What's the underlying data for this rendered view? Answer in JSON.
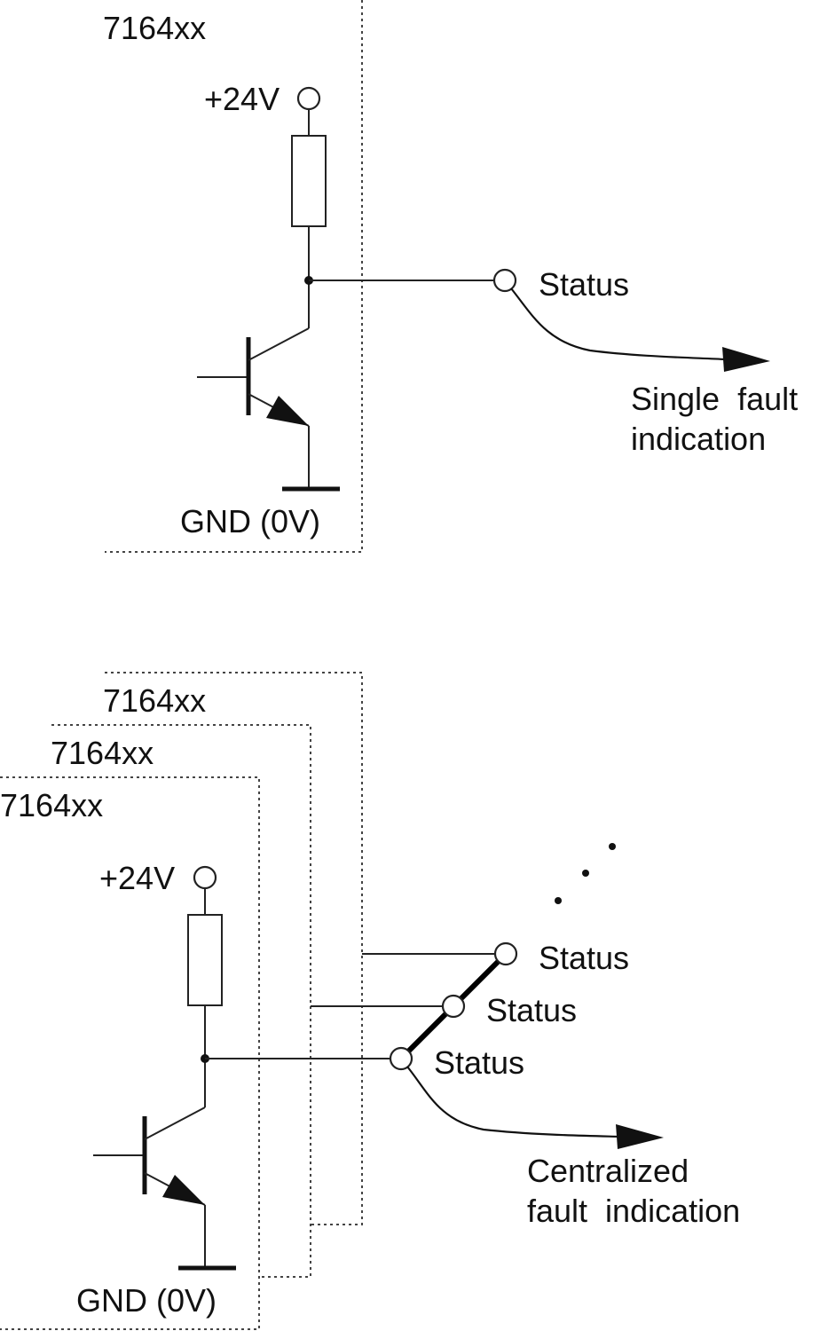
{
  "top": {
    "module_label": "7164xx",
    "supply_label": "+24V",
    "ground_label": "GND (0V)",
    "status_label": "Status",
    "indication_line1": "Single  fault",
    "indication_line2": "indication"
  },
  "bottom": {
    "module_labels": [
      "7164xx",
      "7164xx",
      "7164xx"
    ],
    "supply_label": "+24V",
    "ground_label": "GND (0V)",
    "status_labels": [
      "Status",
      "Status",
      "Status"
    ],
    "indication_line1": "Centralized",
    "indication_line2": "fault  indication"
  }
}
